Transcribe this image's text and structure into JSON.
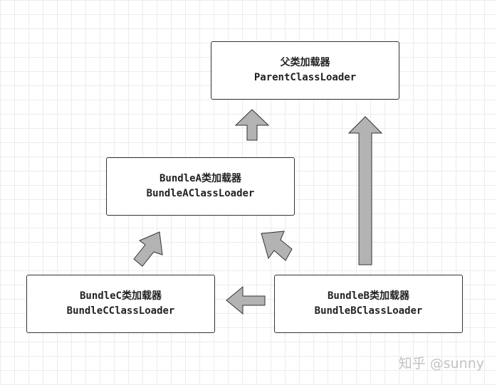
{
  "nodes": {
    "parent": {
      "title": "父类加载器",
      "subtitle": "ParentClassLoader"
    },
    "bundleA": {
      "title": "BundleA类加载器",
      "subtitle": "BundleAClassLoader"
    },
    "bundleC": {
      "title": "BundleC类加载器",
      "subtitle": "BundleCClassLoader"
    },
    "bundleB": {
      "title": "BundleB类加载器",
      "subtitle": "BundleBClassLoader"
    }
  },
  "edges": [
    {
      "from": "bundleA",
      "to": "parent"
    },
    {
      "from": "bundleB",
      "to": "parent"
    },
    {
      "from": "bundleC",
      "to": "bundleA"
    },
    {
      "from": "bundleB",
      "to": "bundleA"
    },
    {
      "from": "bundleB",
      "to": "bundleC"
    }
  ],
  "colors": {
    "arrow_fill": "#b3b3b3",
    "arrow_stroke": "#333333",
    "box_border": "#333333"
  },
  "watermark": "知乎 @sunny"
}
